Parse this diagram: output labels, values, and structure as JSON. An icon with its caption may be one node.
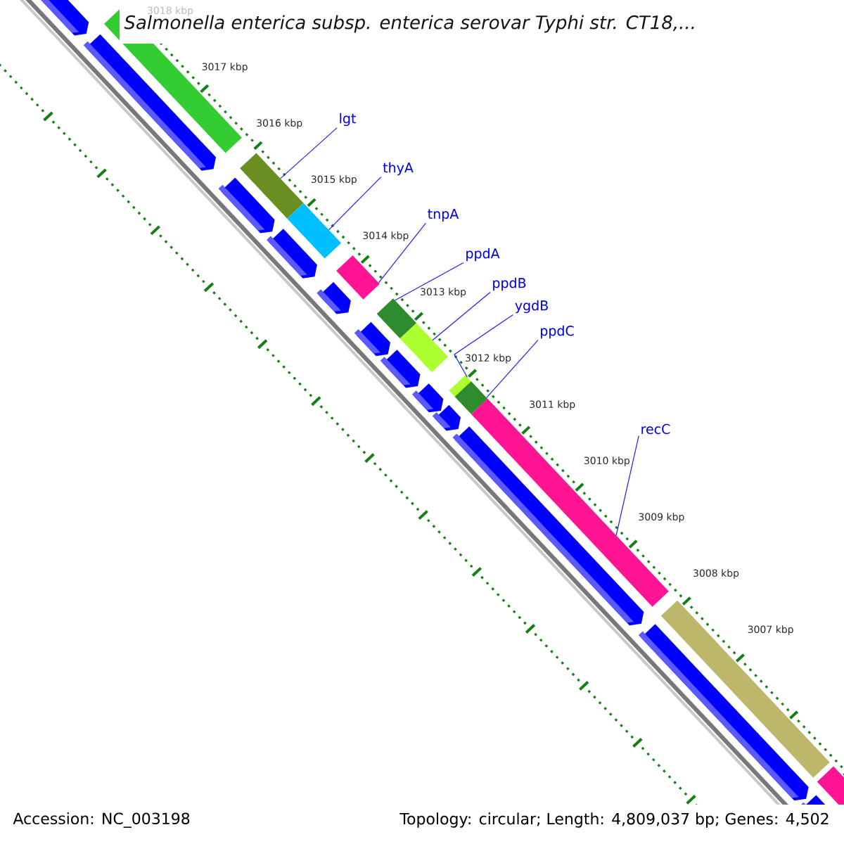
{
  "diagram": {
    "title": "Salmonella enterica subsp. enterica serovar Typhi str. CT18,...",
    "nodes": [
      {
        "text": [
          "lgt"
        ]
      },
      {
        "text": [
          "thyA"
        ]
      },
      {
        "text": [
          "tnpA"
        ]
      },
      {
        "text": [
          "ppdA"
        ]
      },
      {
        "text": [
          "ppdB"
        ]
      },
      {
        "text": [
          "ygdB"
        ]
      },
      {
        "text": [
          "ppdC"
        ]
      },
      {
        "text": [
          "recC"
        ]
      },
      {
        "text": [],
        "shape": "bar"
      },
      {
        "text": [],
        "shape": "bar"
      },
      {
        "text": [],
        "shape": "bar"
      },
      {
        "text": [],
        "shape": "bar"
      },
      {
        "text": [],
        "shape": "bar"
      },
      {
        "text": [],
        "shape": "bar"
      },
      {
        "text": [],
        "shape": "bar"
      },
      {
        "text": [],
        "shape": "bar"
      },
      {
        "text": [],
        "shape": "bar"
      },
      {
        "text": [],
        "shape": "bar"
      },
      {
        "text": [],
        "shape": "bar"
      },
      {
        "text": [],
        "shape": "bar"
      },
      {
        "text": [],
        "shape": "bar"
      },
      {
        "text": [],
        "shape": "bar"
      },
      {
        "text": [],
        "shape": "bar"
      },
      {
        "text": [],
        "shape": "bar"
      },
      {
        "text": [],
        "shape": "bar"
      },
      {
        "text": [],
        "shape": "bar"
      },
      {
        "text": [],
        "shape": "bar"
      },
      {
        "text": [],
        "shape": "bar"
      },
      {
        "text": [],
        "shape": "bar"
      },
      {
        "text": [],
        "shape": "bar"
      },
      {
        "text": [],
        "shape": "bar"
      }
    ],
    "edges": [
      {
        "from": 0,
        "to": 8,
        "arrow": "none"
      },
      {
        "from": 1,
        "to": 9,
        "arrow": "none"
      },
      {
        "from": 2,
        "to": 10,
        "arrow": "none"
      },
      {
        "from": 3,
        "to": 11,
        "arrow": "none"
      },
      {
        "from": 4,
        "to": 12,
        "arrow": "none"
      },
      {
        "from": 5,
        "to": 13,
        "arrow": "none"
      },
      {
        "from": 6,
        "to": 14,
        "arrow": "none"
      },
      {
        "from": 7,
        "to": 15,
        "arrow": "none"
      }
    ],
    "labels": [
      "3018 kbp",
      "3017 kbp",
      "3016 kbp",
      "3015 kbp",
      "3014 kbp",
      "3013 kbp",
      "3012 kbp",
      "3011 kbp",
      "3010 kbp",
      "3009 kbp",
      "3008 kbp",
      "3007 kbp",
      "Accession: NC_003198",
      "Topology: circular; Length: 4,809,037 bp; Genes: 4,502"
    ]
  }
}
